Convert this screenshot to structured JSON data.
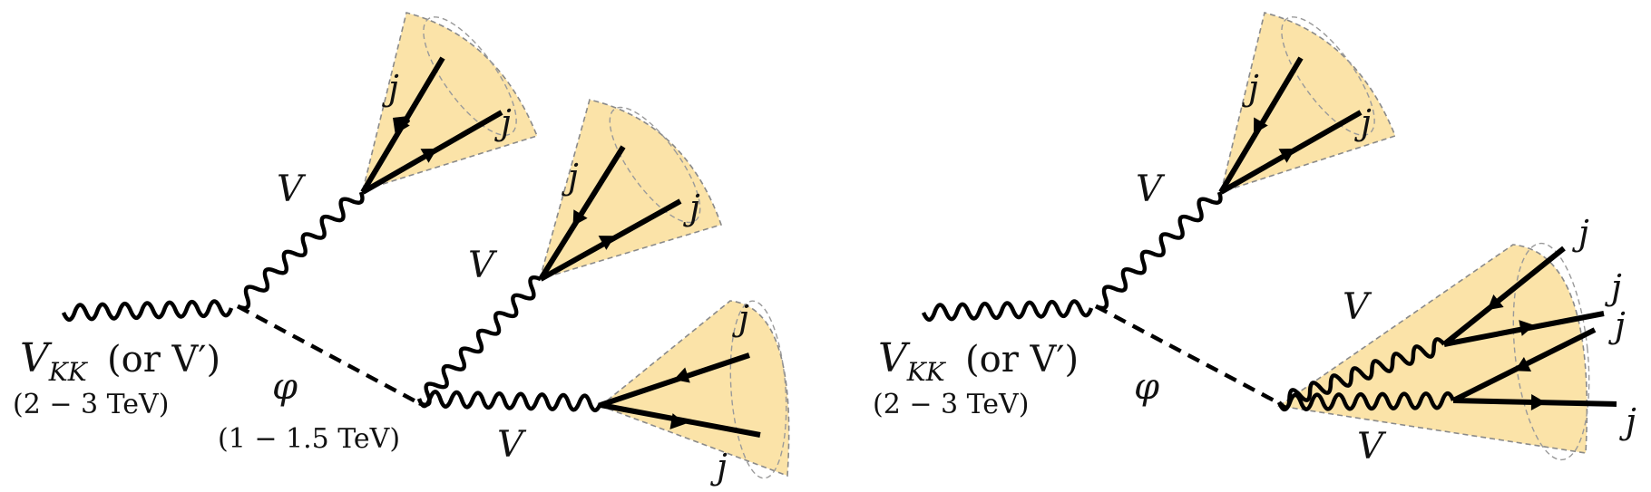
{
  "left_diagram": {
    "resonance_label_main": "V",
    "resonance_label_sub": "KK",
    "resonance_label_alt": "(or V′)",
    "resonance_mass": "(2 − 3 TeV)",
    "scalar_label": "φ",
    "scalar_mass": "(1 − 1.5 TeV)",
    "boson_label": "V",
    "jet_label": "j"
  },
  "right_diagram": {
    "resonance_label_main": "V",
    "resonance_label_sub": "KK",
    "resonance_label_alt": "(or V′)",
    "resonance_mass": "(2 − 3 TeV)",
    "scalar_label": "φ",
    "boson_label": "V",
    "jet_label": "j"
  },
  "colors": {
    "cone_fill": "#fbe3a8",
    "cone_outline": "#8a8a8a",
    "lines": "#000000"
  }
}
